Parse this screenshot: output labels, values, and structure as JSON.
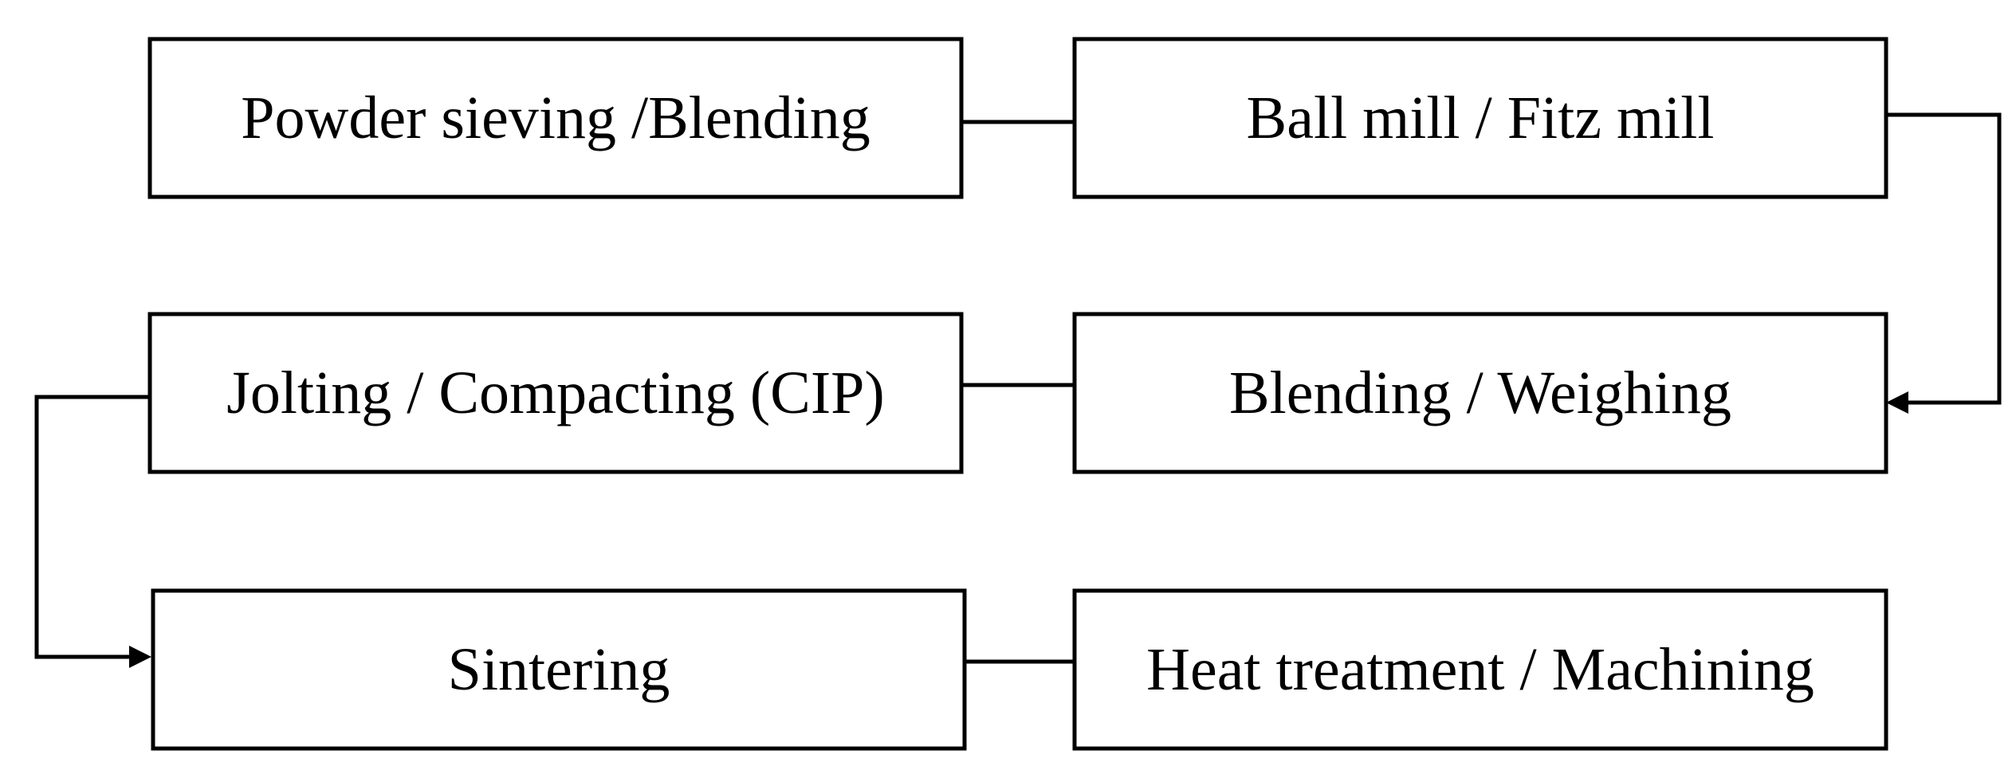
{
  "diagram": {
    "steps": [
      {
        "id": "powder-sieving",
        "label": "Powder sieving /Blending"
      },
      {
        "id": "ball-mill",
        "label": "Ball mill / Fitz mill"
      },
      {
        "id": "blending-weighing",
        "label": "Blending / Weighing"
      },
      {
        "id": "jolting-compacting",
        "label": "Jolting / Compacting (CIP)"
      },
      {
        "id": "sintering",
        "label": "Sintering"
      },
      {
        "id": "heat-treatment",
        "label": "Heat treatment / Machining"
      }
    ],
    "connections": [
      {
        "from": "powder-sieving",
        "to": "ball-mill",
        "arrow": false
      },
      {
        "from": "ball-mill",
        "to": "blending-weighing",
        "arrow": true
      },
      {
        "from": "blending-weighing",
        "to": "jolting-compacting",
        "arrow": false
      },
      {
        "from": "jolting-compacting",
        "to": "sintering",
        "arrow": true
      },
      {
        "from": "sintering",
        "to": "heat-treatment",
        "arrow": false
      }
    ],
    "colors": {
      "stroke": "#000000",
      "background": "#ffffff"
    }
  }
}
